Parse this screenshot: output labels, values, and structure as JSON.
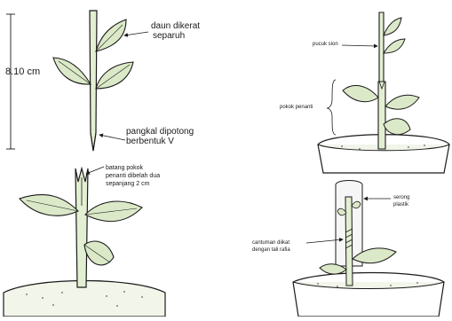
{
  "labels": {
    "daun_dikerat_1": "daun dikerat",
    "daun_dikerat_2": "separuh",
    "measure": "8.10 cm",
    "pangkal_1": "pangkal dipotong",
    "pangkal_2": "berbentuk V",
    "batang_1": "batang pokok",
    "batang_2": "penanti dibelah dua",
    "batang_3": "sepanjang 2 cm",
    "pucuk_sion": "pucuk sion",
    "pokok_penanti": "pokok penanti",
    "serong_1": "serong",
    "serong_2": "plastik",
    "cantuman_1": "cantuman diikat",
    "cantuman_2": "dengan tali rafia"
  },
  "colors": {
    "ink": "#1a1a1a",
    "leaf_fill": "#dbe9c8",
    "stem_fill": "#e3efd2",
    "soil_fill": "#f2f5ea",
    "pot_fill": "#ffffff",
    "plastic_fill": "#f6f6f6"
  }
}
